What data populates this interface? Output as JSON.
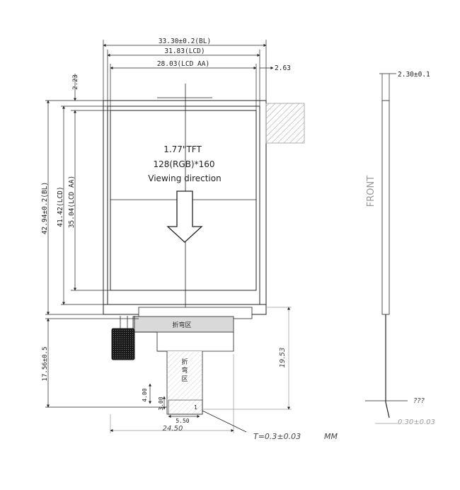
{
  "title_lines": {
    "size": "1.77\"TFT",
    "resolution": "128(RGB)*160",
    "viewing": "Viewing direction"
  },
  "dimensions": {
    "bl_width": "33.30±0.2(BL)",
    "lcd_width": "31.83(LCD)",
    "aa_width": "28.03(LCD AA)",
    "right_offset": "2.63",
    "top_offset": "2.23",
    "bl_height": "42.94±0.2(BL)",
    "lcd_height": "41.42(LCD)",
    "aa_height": "35.04(LCD AA)",
    "fpc_length": "17.56±0.5",
    "fpc_bend_length": "19.53",
    "fpc_width": "24.50",
    "fpc_tail_4": "4.00",
    "fpc_tail_3": "3.00",
    "fpc_tail_550": "5.50",
    "thickness_top": "2.30±0.1",
    "thickness_bottom": "???",
    "thickness_fpc": "0.30±0.03"
  },
  "labels": {
    "bend_area_1": "折弯区",
    "bend_area_2_chars": [
      "折",
      "弯",
      "区"
    ],
    "front": "FRONT",
    "thickness_note": "T=0.3±0.03",
    "unit": "MM",
    "pin_marker": "1"
  },
  "colors": {
    "line": "#222222",
    "hatch": "#9a9a9a",
    "fpc_grey": "#d9d9d9",
    "connector": "#1a1a1a"
  }
}
